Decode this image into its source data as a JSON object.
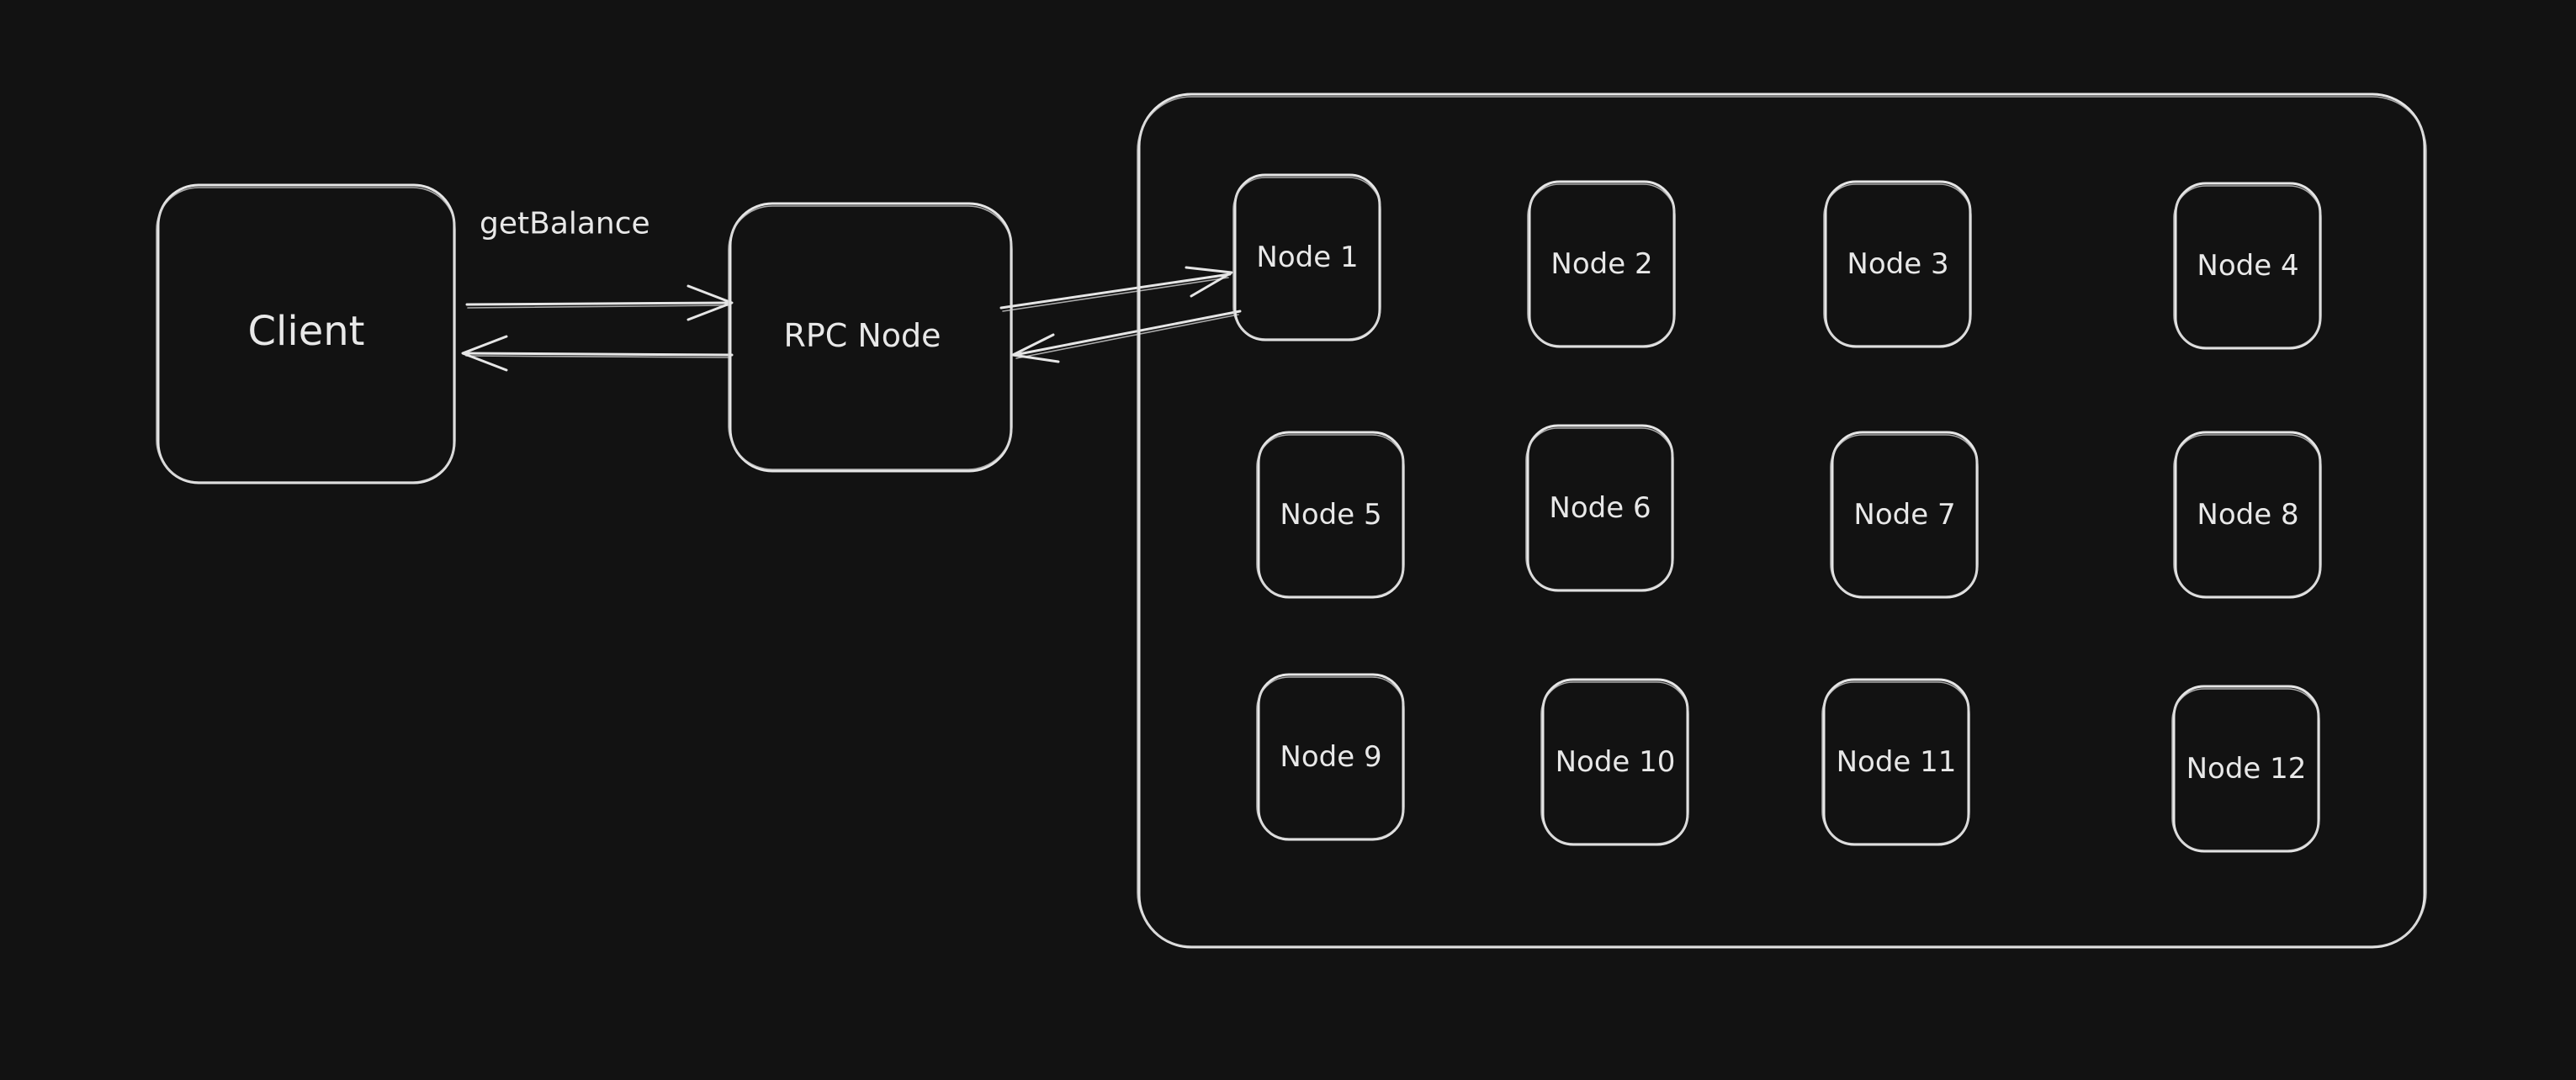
{
  "diagram": {
    "client": {
      "label": "Client"
    },
    "rpc_node": {
      "label": "RPC Node"
    },
    "request_label": "getBalance",
    "nodes": [
      "Node 1",
      "Node 2",
      "Node 3",
      "Node 4",
      "Node 5",
      "Node 6",
      "Node 7",
      "Node 8",
      "Node 9",
      "Node 10",
      "Node 11",
      "Node 12"
    ]
  },
  "colors": {
    "background": "#121212",
    "stroke": "#e6e6e6",
    "text": "#e8e8e8"
  }
}
